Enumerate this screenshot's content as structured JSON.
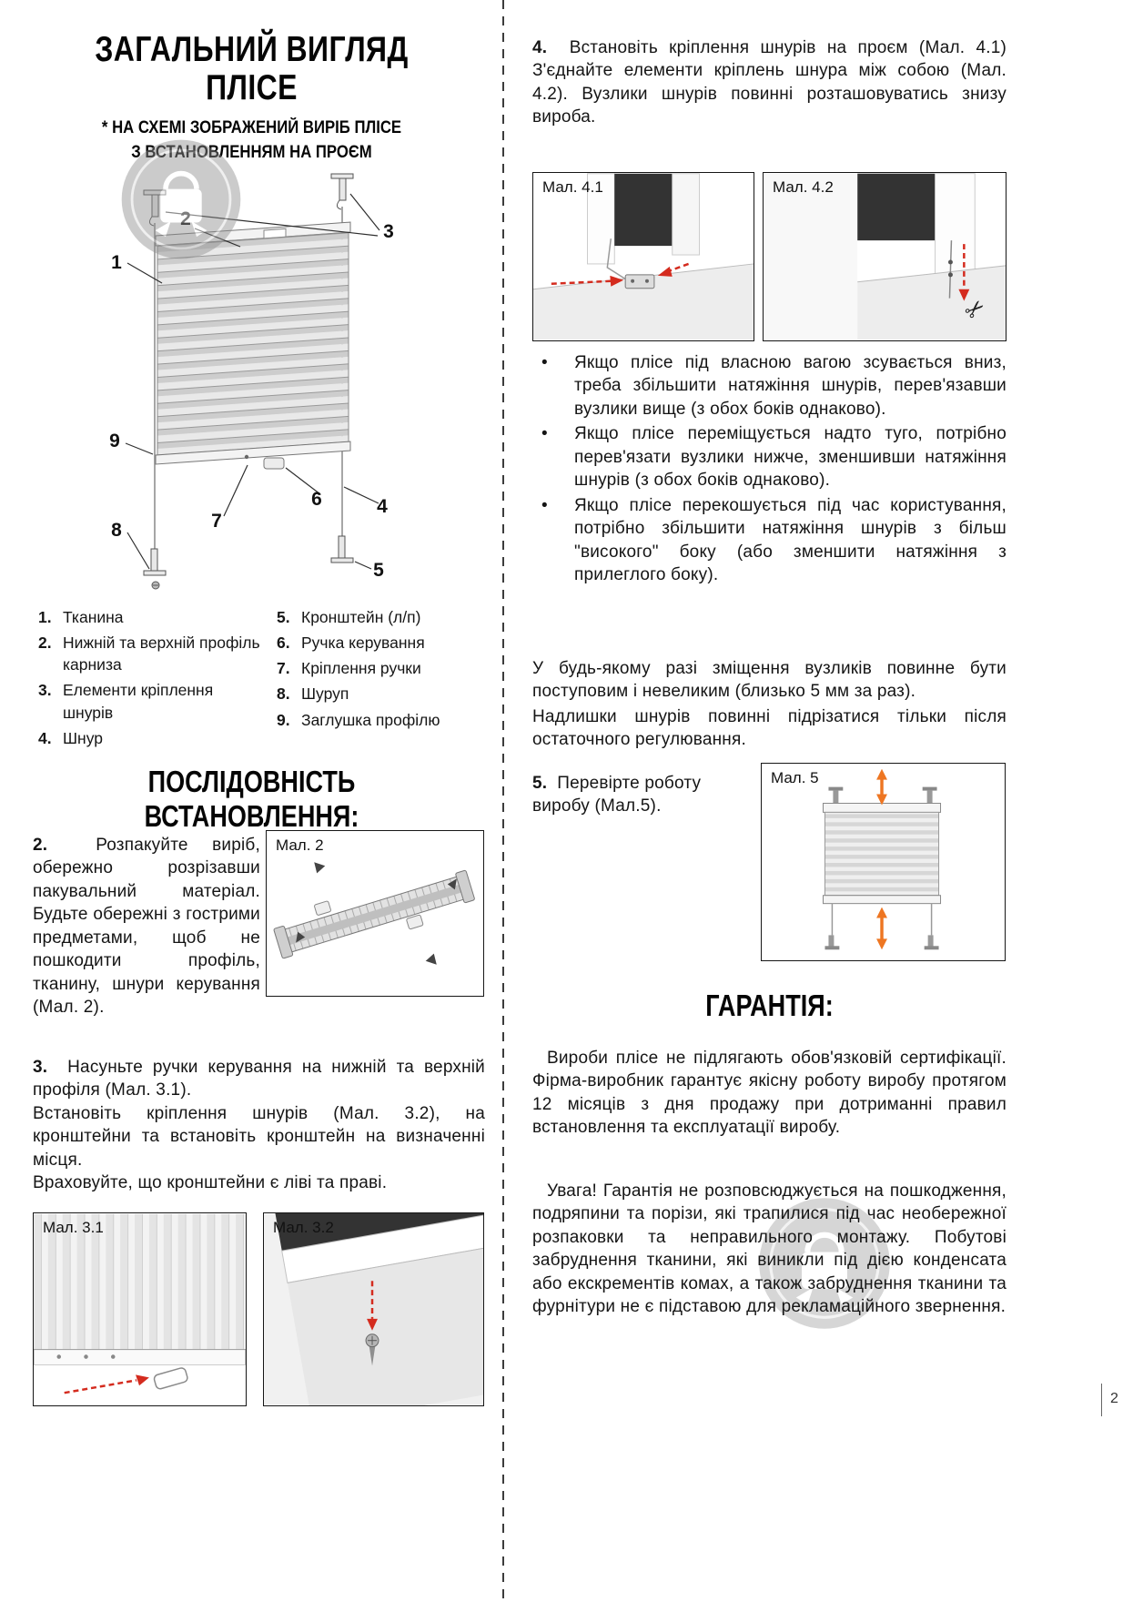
{
  "page": {
    "number": "2"
  },
  "left": {
    "title": [
      "ЗАГАЛЬНИЙ ВИГЛЯД",
      "ПЛІСЕ"
    ],
    "subtitle": [
      "* НА СХЕМІ ЗОБРАЖЕНИЙ ВИРІБ ПЛІСЕ",
      "З ВСТАНОВЛЕННЯМ НА ПРОЄМ"
    ],
    "diagram_labels": [
      "1",
      "2",
      "3",
      "4",
      "5",
      "6",
      "7",
      "8",
      "9"
    ],
    "legend": {
      "col1": [
        {
          "num": "1.",
          "text": "Тканина"
        },
        {
          "num": "2.",
          "text": "Нижній та верхній профіль карниза"
        },
        {
          "num": "3.",
          "text": "Елементи кріплення шнурів"
        },
        {
          "num": "4.",
          "text": "Шнур"
        }
      ],
      "col2": [
        {
          "num": "5.",
          "text": "Кронштейн (л/п)"
        },
        {
          "num": "6.",
          "text": "Ручка керування"
        },
        {
          "num": "7.",
          "text": "Кріплення ручки"
        },
        {
          "num": "8.",
          "text": "Шуруп"
        },
        {
          "num": "9.",
          "text": "Заглушка профілю"
        }
      ]
    },
    "sequence_title": "ПОСЛІДОВНІСТЬ ВСТАНОВЛЕННЯ:",
    "step2": {
      "num": "2.",
      "text": "Розпакуйте виріб, обережно розрізавши пакувальний матеріал. Будьте обережні з гострими предметами, щоб не пошкодити профіль, тканину, шнури керування (Мал. 2)."
    },
    "fig2_caption": "Мал. 2",
    "step3": {
      "num": "3.",
      "line1": "Насуньте ручки керування на нижній та верхній профіля (Мал. 3.1).",
      "line2": "Встановіть кріплення шнурів (Мал. 3.2), на кронштейни та встановіть кронштейн на визначенні місця.",
      "line3": "Враховуйте, що кронштейни є ліві та праві."
    },
    "fig31_caption": "Мал. 3.1",
    "fig32_caption": "Мал. 3.2"
  },
  "right": {
    "step4": {
      "num": "4.",
      "text": "Встановіть кріплення шнурів на проєм (Мал. 4.1) З'єднайте елементи кріплень шнура між собою (Мал. 4.2). Вузлики шнурів повинні розташовуватись знизу вироба."
    },
    "fig41_caption": "Мал. 4.1",
    "fig42_caption": "Мал. 4.2",
    "bullet_glyph": "•",
    "bullets": [
      "Якщо плісе під власною вагою зсувається вниз, треба збільшити натяжіння шнурів, перев'язавши вузлики вище (з обох боків однаково).",
      "Якщо плісе переміщується надто туго, потрібно перев'язати вузлики нижче, зменшивши натяжіння шнурів (з обох боків однаково).",
      "Якщо плісе перекошується під час користування, потрібно збільшити натяжіння шнурів з більш \"високого\" боку (або зменшити натяжіння з прилеглого боку)."
    ],
    "note1": "У будь-якому разі зміщення вузликів повинне бути поступовим і невеликим (близько 5 мм за раз).",
    "note2": "Надлишки шнурів повинні підрізатися тільки після остаточного регулювання.",
    "step5": {
      "num": "5.",
      "text": "Перевірте роботу виробу (Мал.5)."
    },
    "fig5_caption": "Мал. 5",
    "warranty": {
      "title": "ГАРАНТІЯ:",
      "p1": "Вироби плісе не підлягають обов'язковій сертифікації. Фірма-виробник гарантує якісну роботу виробу протягом 12 місяців з дня продажу при дотриманні правил встановлення та експлуатації виробу.",
      "p2": "Увага! Гарантія не розповсюджується на пошкодження, подряпини та порізи, які трапилися під час необережної розпаковки та неправильного монтажу. Побутові забруднення тканини, які виникли під дією конденсата або екскрементів комах, а також забруднення тканини та фурнітури не є підставою для рекламаційного звернення."
    }
  },
  "colors": {
    "accent_red": "#d42b1e",
    "accent_orange": "#ee7622"
  }
}
